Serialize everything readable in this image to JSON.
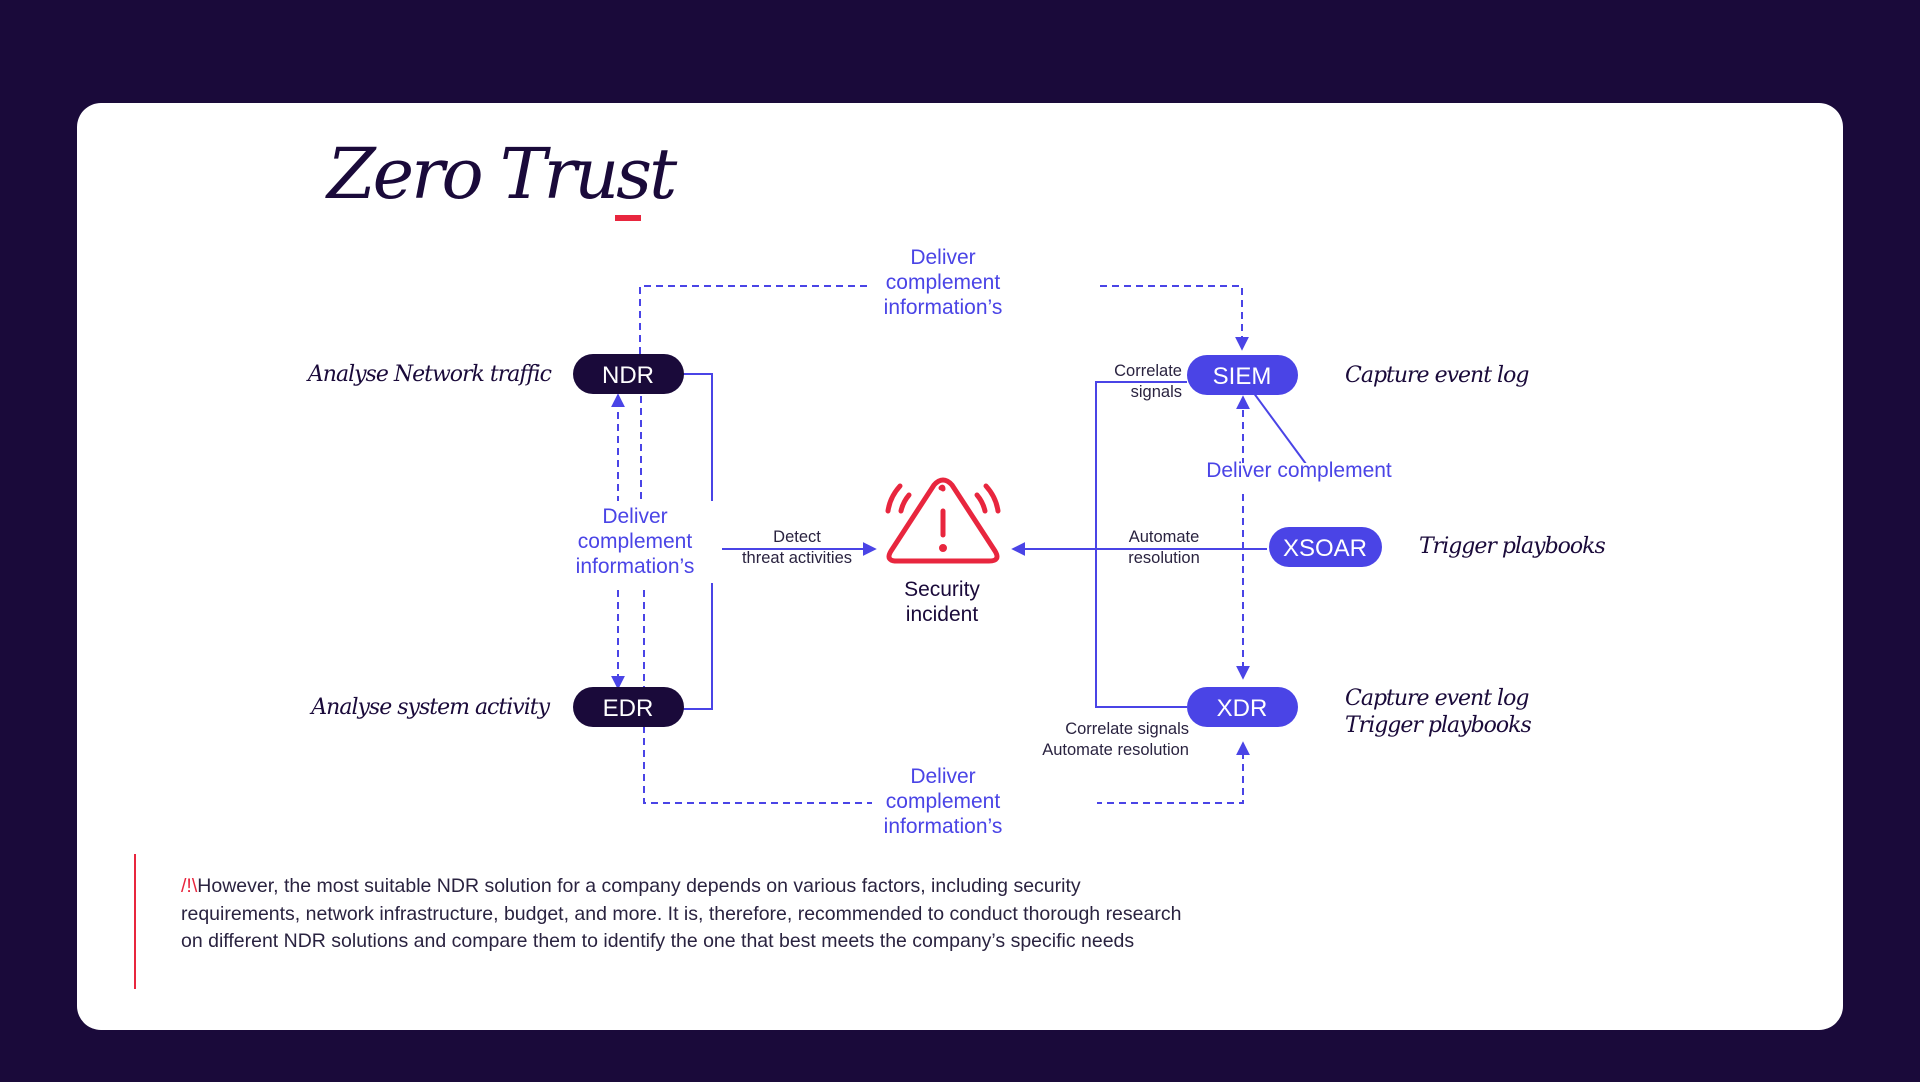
{
  "title": "Zero Trust",
  "nodes": {
    "ndr": "NDR",
    "edr": "EDR",
    "siem": "SIEM",
    "xsoar": "XSOAR",
    "xdr": "XDR"
  },
  "descriptions": {
    "ndr": "Analyse Network traffic",
    "edr": "Analyse system activity",
    "siem": "Capture event log",
    "xsoar": "Trigger playbooks",
    "xdr_line1": "Capture event log",
    "xdr_line2": "Trigger playbooks"
  },
  "center": {
    "line1": "Security",
    "line2": "incident"
  },
  "edge_labels": {
    "deliver_top": [
      "Deliver",
      "complement",
      "information’s"
    ],
    "deliver_left": [
      "Deliver",
      "complement",
      "information’s"
    ],
    "deliver_bottom": [
      "Deliver",
      "complement",
      "information’s"
    ],
    "deliver_right": "Deliver complement",
    "detect": [
      "Detect",
      "threat activities"
    ],
    "automate": [
      "Automate",
      "resolution"
    ],
    "correlate": [
      "Correlate",
      "signals"
    ],
    "xdr_actions": [
      "Correlate signals",
      "Automate resolution"
    ]
  },
  "note": {
    "warning_prefix": "/!\\",
    "text": "However, the most suitable NDR solution for a company depends on various factors, including security requirements, network infrastructure, budget, and more. It is, therefore, recommended to conduct thorough research on different NDR solutions and compare them to identify the one that best meets the company’s specific needs"
  },
  "colors": {
    "background": "#1a0a3a",
    "dark_node": "#1a0a3a",
    "blue_node": "#4a44e6",
    "edge": "#4a44e6",
    "accent": "#e8263e"
  },
  "icons": {
    "incident": "alarm-warning-icon"
  }
}
